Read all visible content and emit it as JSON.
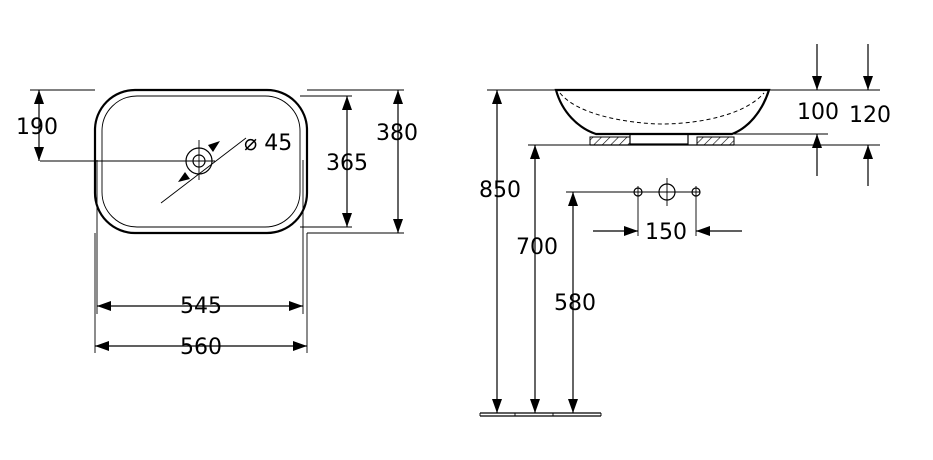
{
  "top_view": {
    "dims": {
      "d190": "190",
      "d380": "380",
      "d365": "365",
      "d545": "545",
      "d560": "560",
      "d45": "⌀ 45"
    }
  },
  "side_view": {
    "dims": {
      "d100": "100",
      "d120": "120",
      "d850": "850",
      "d700": "700",
      "d580": "580",
      "d150": "150"
    }
  }
}
